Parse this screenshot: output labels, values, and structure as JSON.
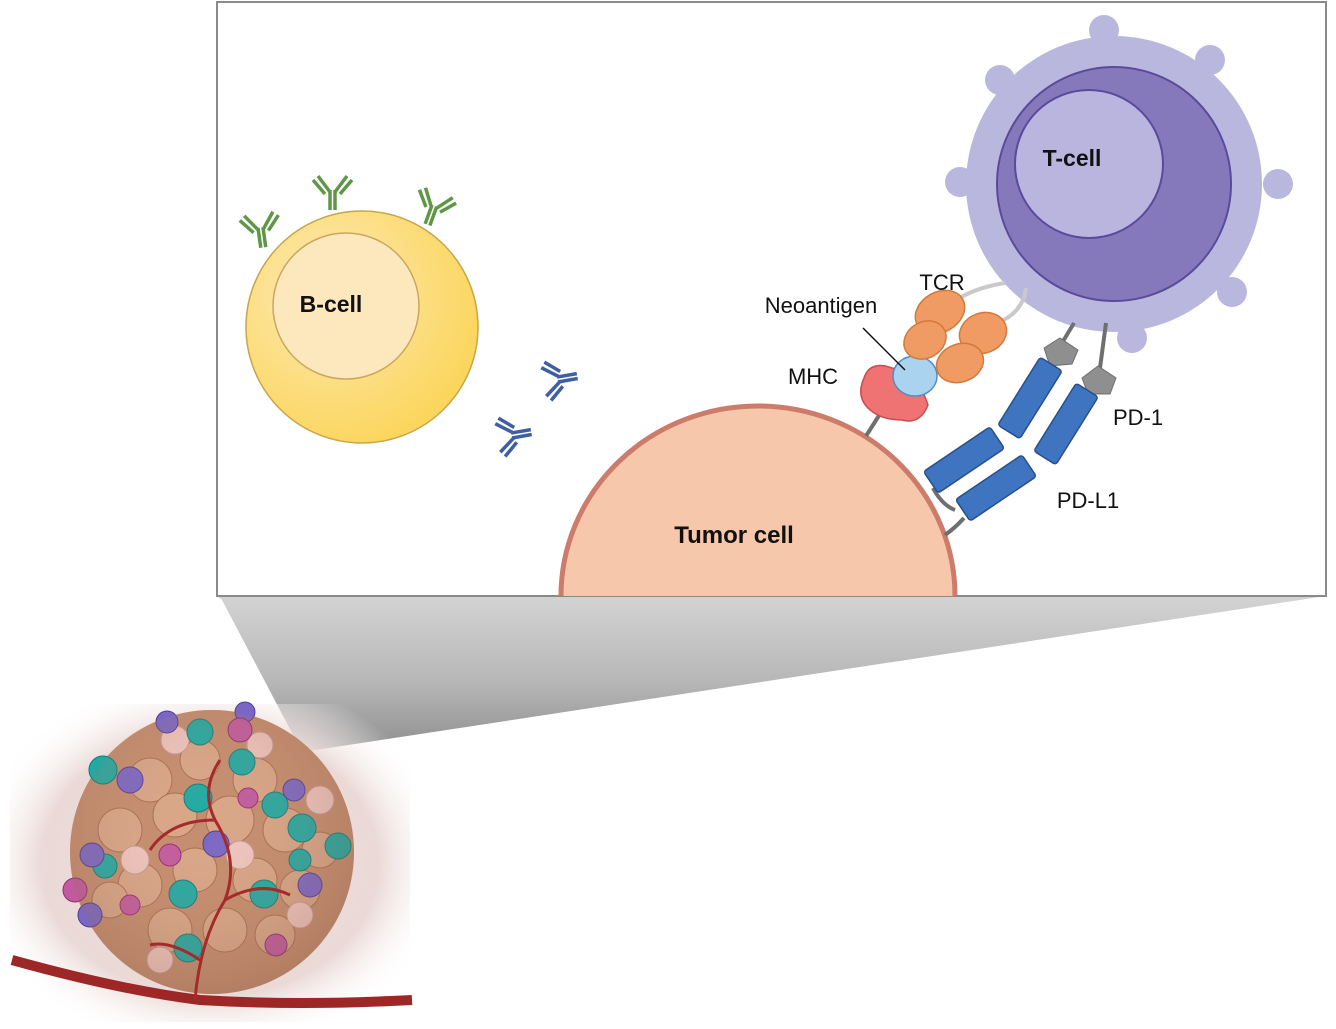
{
  "labels": {
    "b_cell": "B-cell",
    "t_cell": "T-cell",
    "tumor_cell": "Tumor cell",
    "tcr": "TCR",
    "neoantigen": "Neoantigen",
    "mhc": "MHC",
    "pd1": "PD-1",
    "pdl1": "PD-L1"
  },
  "colors": {
    "b_cell_outer": "#fbd96a",
    "b_cell_inner": "#fde7bd",
    "t_cell_halo": "#bab7de",
    "t_cell_body": "#8579bb",
    "t_cell_nucleus": "#b9b5de",
    "tumor_fill": "#f7c7ac",
    "tumor_edge": "#cd7b6a",
    "antibody_green": "#5f9747",
    "antibody_blue": "#3f5fa3",
    "mhc": "#ef7373",
    "neoantigen": "#a9d3ef",
    "tcr": "#ef9b63",
    "pd_block": "#3f74c0",
    "pd_cap": "#8f8f8f"
  }
}
